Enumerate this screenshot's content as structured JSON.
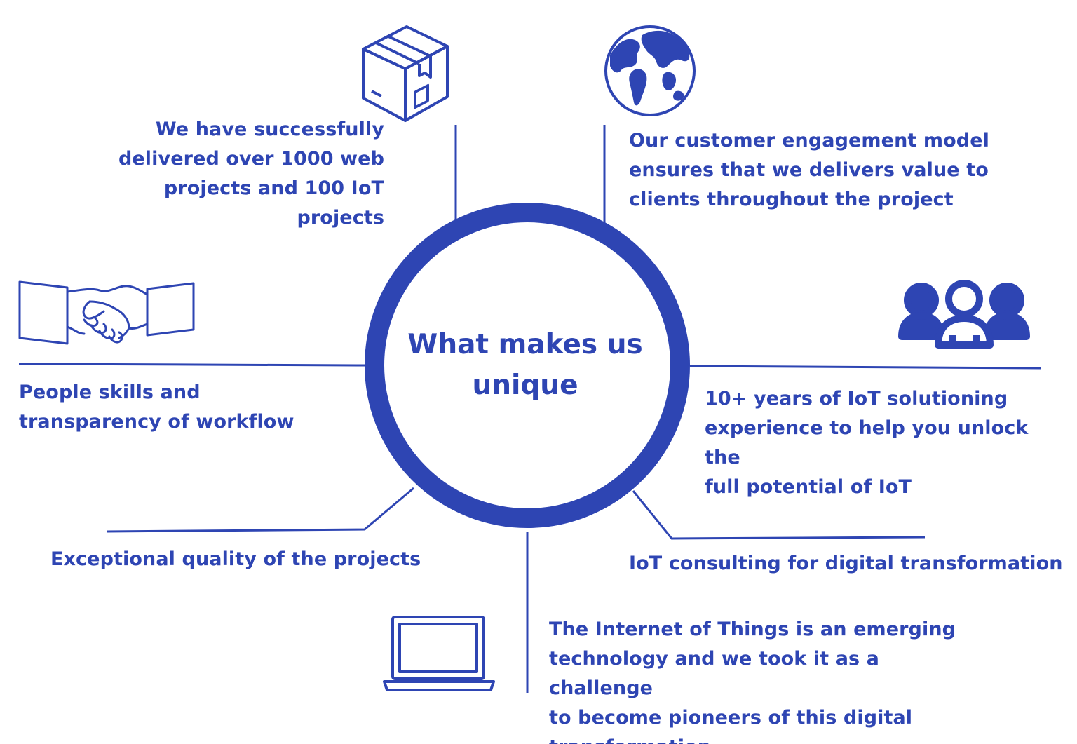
{
  "center": {
    "title": "What makes us\nunique"
  },
  "features": {
    "delivered": "We have successfully\ndelivered over 1000 web\nprojects and 100 IoT projects",
    "engagement": "Our customer engagement model\nensures that we delivers value to\nclients throughout the project",
    "people_skills": "People skills and\ntransparency of workflow",
    "experience": "10+ years of IoT solutioning\nexperience to help you unlock the\nfull potential of IoT",
    "quality": "Exceptional quality of the projects",
    "consulting": "IoT consulting for digital transformation",
    "pioneers": "The Internet of Things is an emerging\ntechnology and we took it as a challenge\nto become pioneers of this digital\ntransformation"
  },
  "icons": {
    "package": "package-box-icon",
    "globe": "globe-icon",
    "handshake": "handshake-icon",
    "team": "team-people-icon",
    "laptop": "laptop-icon"
  },
  "colors": {
    "accent": "#2e45b3",
    "background": "#ffffff"
  }
}
